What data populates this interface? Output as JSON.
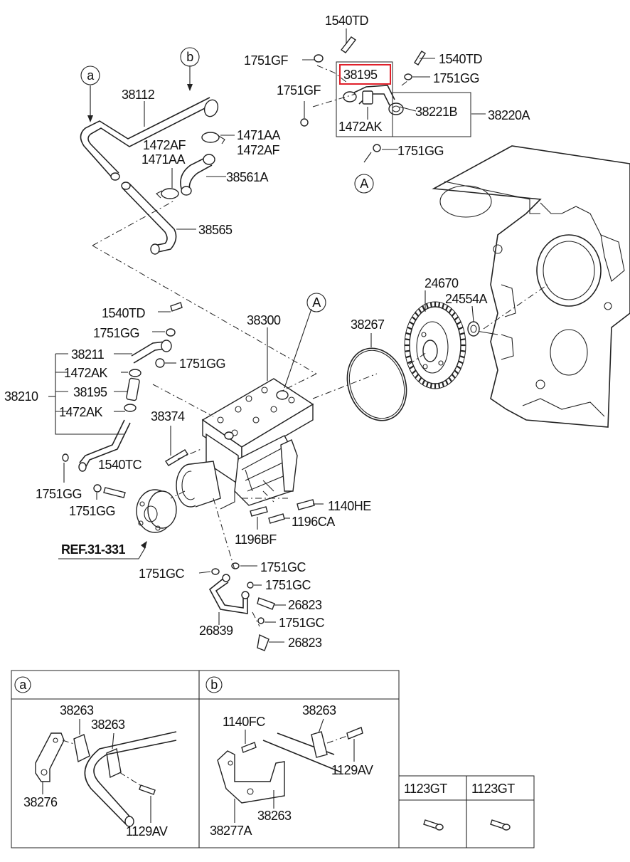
{
  "diagram_title": "",
  "highlight_color": "#e0202a",
  "callouts": {
    "a_circle": "a",
    "b_circle": "b",
    "A_top": "A",
    "A_mid": "A"
  },
  "labels": {
    "p1540TD_top": "1540TD",
    "p1751GF_a": "1751GF",
    "p1540TD_b": "1540TD",
    "p38195_box": "38195",
    "p1751GG_a": "1751GG",
    "p1751GF_b": "1751GF",
    "p38221B": "38221B",
    "p38220A": "38220A",
    "p1472AK_top": "1472AK",
    "p1751GG_b": "1751GG",
    "p38112": "38112",
    "p1471AA_a": "1471AA",
    "p1472AF_a": "1472AF",
    "p1472AF_b": "1472AF",
    "p1471AA_b": "1471AA",
    "p38561A": "38561A",
    "p38565": "38565",
    "p24670": "24670",
    "p24554A": "24554A",
    "p1540TD_c": "1540TD",
    "p38300": "38300",
    "p38267": "38267",
    "p1751GG_c": "1751GG",
    "p38211": "38211",
    "p1751GG_d": "1751GG",
    "p1472AK_a": "1472AK",
    "p38210": "38210",
    "p38195": "38195",
    "p1472AK_b": "1472AK",
    "p38374": "38374",
    "p1540TC": "1540TC",
    "p1751GG_e": "1751GG",
    "p1751GG_f": "1751GG",
    "p1140HE": "1140HE",
    "p1196CA": "1196CA",
    "p1196BF": "1196BF",
    "ref_31_331": "REF.31-331",
    "p1751GC_a": "1751GC",
    "p1751GC_b": "1751GC",
    "p1751GC_c": "1751GC",
    "p26823_a": "26823",
    "p26839": "26839",
    "p1751GC_d": "1751GC",
    "p26823_b": "26823"
  },
  "detail_a": {
    "header": "a",
    "p38263_a": "38263",
    "p38263_b": "38263",
    "p38276": "38276",
    "p1129AV": "1129AV"
  },
  "detail_b": {
    "header": "b",
    "p1140FC": "1140FC",
    "p38263_a": "38263",
    "p1129AV": "1129AV",
    "p38263_b": "38263",
    "p38277A": "38277A"
  },
  "detail_c": {
    "p1123GT_a": "1123GT",
    "p1123GT_b": "1123GT"
  }
}
